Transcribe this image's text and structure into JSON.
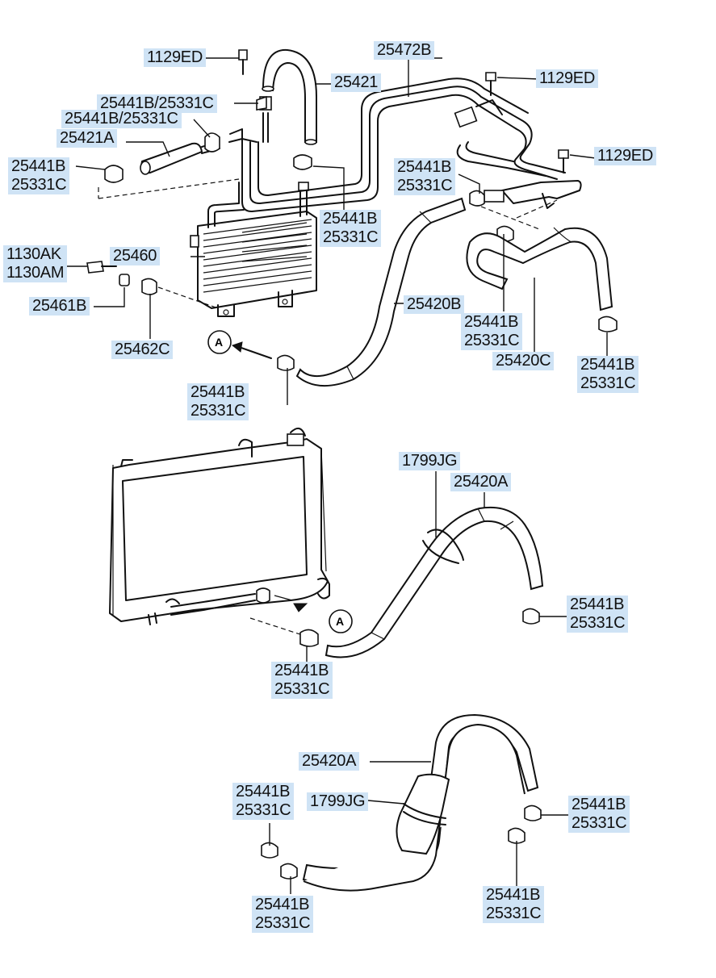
{
  "callout_marker": "A",
  "labels": {
    "bolt_top_left": "1129ED",
    "tube_main": "25472B",
    "hose_u": "25421",
    "clamp_1": "25441B/25331C",
    "clamp_2": "25441B/25331C",
    "hose_small": "25421A",
    "clamp_left": "25441B\n25331C",
    "bolt_top_right": "1129ED",
    "bolt_right": "1129ED",
    "clamp_center": "25441B\n25331C",
    "clamp_mid": "25441B\n25331C",
    "drain_plug": "1130AK\n1130AM",
    "cooler": "25460",
    "washer": "25461B",
    "grommet": "25462C",
    "hose_b": "25420B",
    "clamp_right_mid": "25441B\n25331C",
    "hose_c": "25420C",
    "clamp_far_right": "25441B\n25331C",
    "clamp_bottom_a": "25441B\n25331C",
    "band_1": "1799JG",
    "hose_a_1": "25420A",
    "clamp_rad_right": "25441B\n25331C",
    "clamp_rad_bottom": "25441B\n25331C",
    "hose_a_2": "25420A",
    "clamp_low_left_top": "25441B\n25331C",
    "band_2": "1799JG",
    "clamp_low_right_top": "25441B\n25331C",
    "clamp_low_left_bottom": "25441B\n25331C",
    "clamp_low_right_bottom": "25441B\n25331C"
  }
}
